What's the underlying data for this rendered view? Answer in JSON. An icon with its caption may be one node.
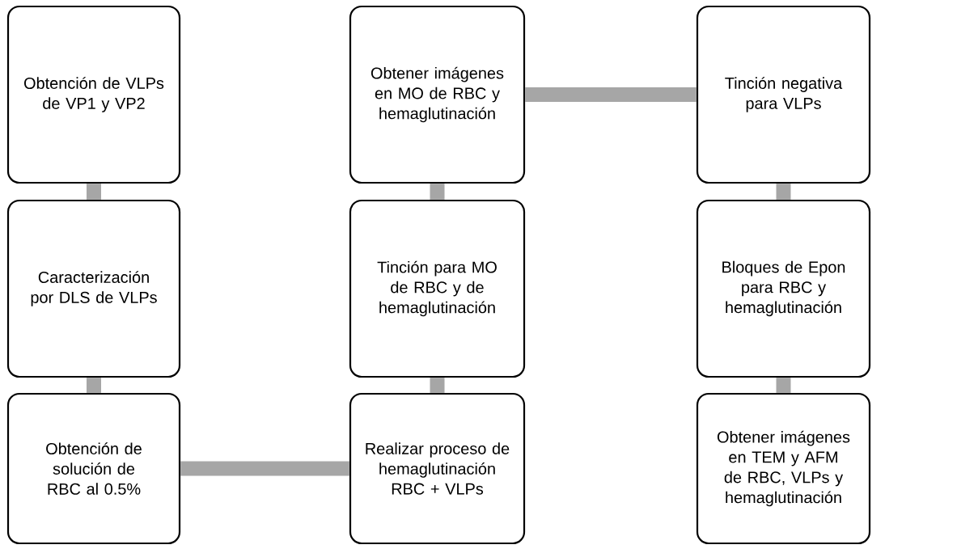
{
  "diagram": {
    "nodes": [
      {
        "text": [
          "Obtención de VLPs de VP1 y VP2"
        ]
      },
      {
        "text": [
          "Obtener imágenes en MO de RBC y hemaglutinación"
        ]
      },
      {
        "text": [
          "Tinción negativa para VLPs"
        ]
      },
      {
        "text": [
          "Caracterización por DLS de VLPs"
        ]
      },
      {
        "text": [
          "Tinción para MO de RBC y de hemaglutinación"
        ]
      },
      {
        "text": [
          "Bloques de Epon para RBC y hemaglutinación"
        ]
      },
      {
        "text": [
          "Obtención de solución de RBC al 0.5%"
        ]
      },
      {
        "text": [
          "Realizar proceso de hemaglutinación RBC + VLPs"
        ]
      },
      {
        "text": [
          "Obtener imágenes en TEM y AFM de RBC, VLPs y hemaglutinación"
        ]
      }
    ],
    "edges": [
      {
        "from": 0,
        "to": 3,
        "arrow": "none"
      },
      {
        "from": 3,
        "to": 6,
        "arrow": "none"
      },
      {
        "from": 6,
        "to": 7,
        "arrow": "none"
      },
      {
        "from": 7,
        "to": 4,
        "arrow": "none"
      },
      {
        "from": 4,
        "to": 1,
        "arrow": "none"
      },
      {
        "from": 1,
        "to": 2,
        "arrow": "none"
      },
      {
        "from": 2,
        "to": 5,
        "arrow": "none"
      },
      {
        "from": 5,
        "to": 8,
        "arrow": "none"
      }
    ]
  }
}
